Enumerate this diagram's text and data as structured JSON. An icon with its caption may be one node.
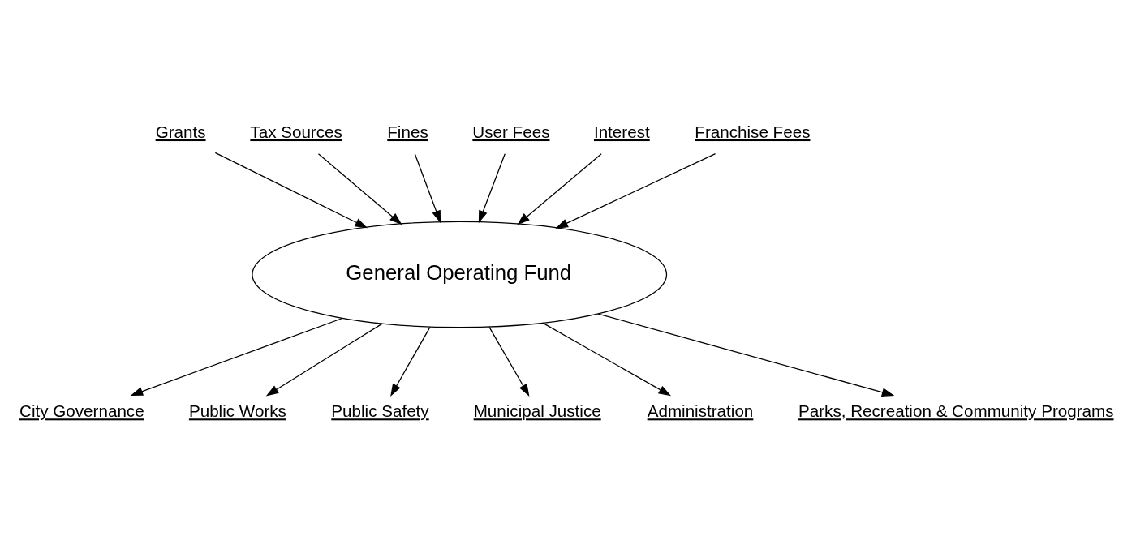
{
  "diagram": {
    "nodes": [
      {
        "text": [
          "General Operating Fund"
        ]
      },
      {
        "text": [
          "Grants"
        ]
      },
      {
        "text": [
          "Tax Sources"
        ]
      },
      {
        "text": [
          "Fines"
        ]
      },
      {
        "text": [
          "User Fees"
        ]
      },
      {
        "text": [
          "Interest"
        ]
      },
      {
        "text": [
          "Franchise Fees"
        ]
      },
      {
        "text": [
          "City Governance"
        ]
      },
      {
        "text": [
          "Public Works"
        ]
      },
      {
        "text": [
          "Public Safety"
        ]
      },
      {
        "text": [
          "Municipal Justice"
        ]
      },
      {
        "text": [
          "Administration"
        ]
      },
      {
        "text": [
          "Parks, Recreation & Community Programs"
        ]
      }
    ],
    "edges": [
      {
        "from": 1,
        "to": 0,
        "arrow": "to"
      },
      {
        "from": 2,
        "to": 0,
        "arrow": "to"
      },
      {
        "from": 3,
        "to": 0,
        "arrow": "to"
      },
      {
        "from": 4,
        "to": 0,
        "arrow": "to"
      },
      {
        "from": 5,
        "to": 0,
        "arrow": "to"
      },
      {
        "from": 6,
        "to": 0,
        "arrow": "to"
      },
      {
        "from": 0,
        "to": 7,
        "arrow": "to"
      },
      {
        "from": 0,
        "to": 8,
        "arrow": "to"
      },
      {
        "from": 0,
        "to": 9,
        "arrow": "to"
      },
      {
        "from": 0,
        "to": 10,
        "arrow": "to"
      },
      {
        "from": 0,
        "to": 11,
        "arrow": "to"
      },
      {
        "from": 0,
        "to": 12,
        "arrow": "to"
      }
    ]
  }
}
